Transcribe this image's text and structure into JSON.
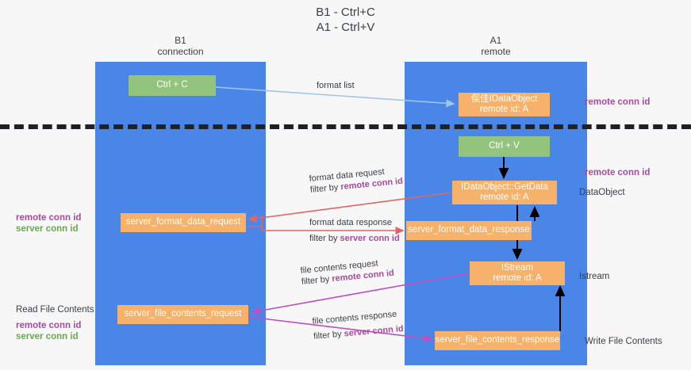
{
  "title": {
    "line1": "B1 - Ctrl+C",
    "line2": "A1 - Ctrl+V"
  },
  "lanes": [
    {
      "id": "b1",
      "name": "B1",
      "sub": "connection"
    },
    {
      "id": "a1",
      "name": "A1",
      "sub": "remote"
    }
  ],
  "boxes": {
    "ctrl_c": {
      "line1": "Ctrl + C",
      "line2": ""
    },
    "idataobject": {
      "line1": "俣佳IDataObject",
      "line2": "remote id: A"
    },
    "ctrl_v": {
      "line1": "Ctrl + V",
      "line2": ""
    },
    "getdata": {
      "line1": "IDataObject::GetData",
      "line2": "remote id: A"
    },
    "sfd_request": {
      "line1": "server_format_data_request",
      "line2": ""
    },
    "sfd_response": {
      "line1": "server_format_data_response",
      "line2": ""
    },
    "istream": {
      "line1": "IStream",
      "line2": "remote id: A"
    },
    "sfc_request": {
      "line1": "server_file_contents_request",
      "line2": ""
    },
    "sfc_response": {
      "line1": "server_file_contents_response",
      "line2": ""
    }
  },
  "arrow_labels": {
    "format_list": "format list",
    "format_data_request": "format data request",
    "format_data_request_filter_prefix": "filter by ",
    "format_data_request_filter_key": "remote conn id",
    "format_data_response": "format data response",
    "format_data_response_filter_prefix": "filter by ",
    "format_data_response_filter_key": "server conn id",
    "file_contents_request": "file contents request",
    "file_contents_request_filter_prefix": "filter by ",
    "file_contents_request_filter_key": "remote conn id",
    "file_contents_response": "file contents response",
    "file_contents_response_filter_prefix": "filter by ",
    "file_contents_response_filter_key": "server conn id"
  },
  "side_labels": {
    "remote_conn_id_top": "remote conn id",
    "remote_conn_id_mid": "remote conn id",
    "dataobject": "DataObject",
    "istream": "Istream",
    "write_file_contents": "Write File Contents",
    "read_file_contents": "Read File Contents",
    "left_remote_conn_id_1": "remote conn id",
    "left_server_conn_id_1": "server conn id",
    "left_remote_conn_id_2": "remote conn id",
    "left_server_conn_id_2": "server conn id"
  },
  "colors": {
    "lane": "#4a86e8",
    "green_box": "#93c47d",
    "orange_box": "#f6b26b",
    "purple_text": "#a64d9a",
    "green_text": "#6aa84f",
    "red_arrow": "#e06666",
    "magenta_arrow": "#c04ec0",
    "light_blue_arrow": "#9fc5e8",
    "black_arrow": "#000000",
    "background": "#f7f7f7"
  }
}
